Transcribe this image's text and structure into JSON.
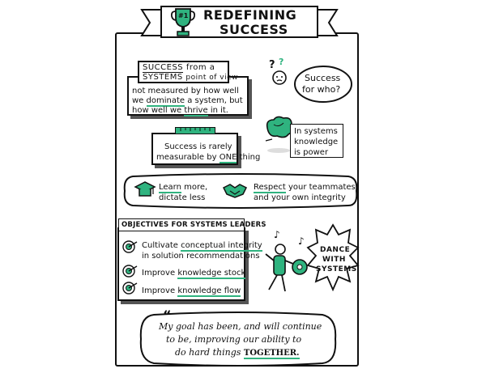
{
  "colors": {
    "accent": "#2fb37f",
    "ink": "#111111",
    "shadow": "#555555"
  },
  "banner": {
    "line1": "REDEFINING",
    "line2": "SUCCESS",
    "trophy_label": "#1",
    "icon": "trophy-icon"
  },
  "systems_view": {
    "title_a": "SUCCESS",
    "title_b": "from a",
    "title_c": "SYSTEMS",
    "title_d": "point of view",
    "line1": "not measured by how well",
    "line2_a": "we",
    "line2_b": "dominate",
    "line2_c": "a system, but",
    "line3_a": "how well we",
    "line3_b": "thrive",
    "line3_c": "in it."
  },
  "success_for_who": {
    "text1": "Success",
    "text2": "for who?",
    "icon": "question-person-icon"
  },
  "rarely": {
    "line1": "Success is rarely",
    "line2_a": "measurable by",
    "line2_b": "ONE",
    "line2_c": "thing",
    "icon": "ruler-icon"
  },
  "knowledge_power": {
    "line1": "In systems",
    "line2": "knowledge",
    "line3": "is power",
    "icon": "brain-icon"
  },
  "learn": {
    "word": "Learn",
    "rest": "more,",
    "line2": "dictate less",
    "icon": "graduation-cap-icon"
  },
  "respect": {
    "word": "Respect",
    "rest": "your teammates",
    "line2": "and your own integrity",
    "icon": "handshake-icon"
  },
  "objectives": {
    "heading": "OBJECTIVES FOR SYSTEMS LEADERS",
    "items": [
      {
        "pre": "Cultivate",
        "key": "conceptual integrity",
        "line2": "in solution recommendations"
      },
      {
        "pre": "Improve",
        "key": "knowledge stock",
        "line2": ""
      },
      {
        "pre": "Improve",
        "key": "knowledge flow",
        "line2": ""
      }
    ],
    "icon": "target-icon"
  },
  "dance": {
    "line1": "DANCE",
    "line2": "WITH",
    "line3": "SYSTEMS",
    "icon": "dancing-figure-icon"
  },
  "quote": {
    "line1": "My goal has been, and will continue",
    "line2": "to be, improving our ability to",
    "line3_a": "do hard things",
    "line3_b": "TOGETHER."
  }
}
